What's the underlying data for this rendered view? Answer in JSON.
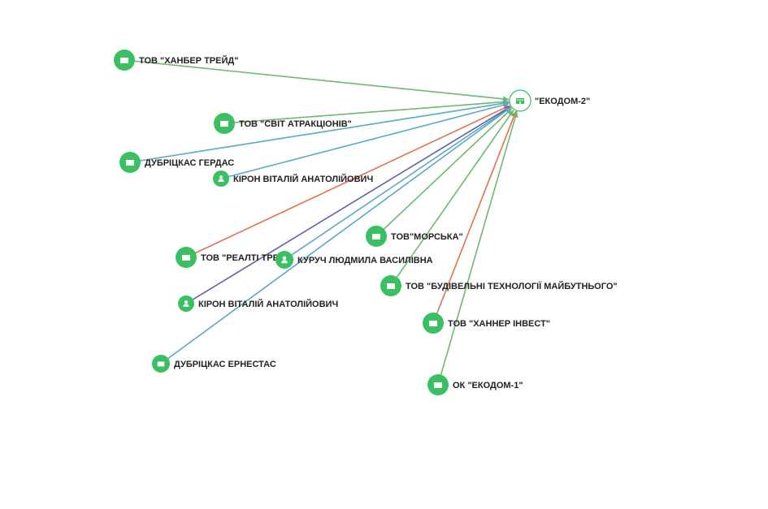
{
  "colors": {
    "node_fill": "#3bbf63",
    "center_stroke": "#3bbf63",
    "center_fill": "#ffffff",
    "icon_on_node": "#ffffff",
    "icon_on_center": "#3bbf63",
    "label": "#222222",
    "edge_green": "#6cb96f",
    "edge_blue": "#5aa8c6",
    "edge_orange": "#e0714f",
    "edge_purple": "#5b63a8"
  },
  "center": {
    "id": "ekodom2",
    "label": "\"ЕКОДОМ-2\"",
    "type": "company",
    "icon": "building-icon"
  },
  "nodes": [
    {
      "id": "hanber",
      "label": "ТОВ \"ХАНБЕР ТРЕЙД\"",
      "type": "company",
      "icon": "building-icon",
      "edge_color": "edge_green"
    },
    {
      "id": "svit",
      "label": "ТОВ \"СВІТ АТРАКЦІОНІВ\"",
      "type": "company",
      "icon": "building-icon",
      "edge_color": "edge_green"
    },
    {
      "id": "gerdas",
      "label": "ДУБРІЦКАС ГЕРДАС",
      "type": "company",
      "icon": "building-icon",
      "edge_color": "edge_blue"
    },
    {
      "id": "kiron1",
      "label": "КІРОН ВІТАЛІЙ АНАТОЛІЙОВИЧ",
      "type": "person",
      "icon": "person-icon",
      "edge_color": "edge_blue"
    },
    {
      "id": "morska",
      "label": "ТОВ\"МОРСЬКА\"",
      "type": "company",
      "icon": "building-icon",
      "edge_color": "edge_green"
    },
    {
      "id": "realti",
      "label": "ТОВ \"РЕАЛТІ ТРЕ",
      "type": "company",
      "icon": "building-icon",
      "edge_color": "edge_orange"
    },
    {
      "id": "kuruch",
      "label": "КУРУЧ ЛЮДМИЛА ВАСИЛІВНА",
      "type": "person",
      "icon": "person-icon",
      "edge_color": "edge_blue"
    },
    {
      "id": "budivelni",
      "label": "ТОВ \"БУДІВЕЛЬНІ ТЕХНОЛОГІЇ МАЙБУТНЬОГО\"",
      "type": "company",
      "icon": "building-icon",
      "edge_color": "edge_green"
    },
    {
      "id": "kiron2",
      "label": "КІРОН ВІТАЛІЙ АНАТОЛІЙОВИЧ",
      "type": "person",
      "icon": "person-icon",
      "edge_color": "edge_purple"
    },
    {
      "id": "hanner",
      "label": "ТОВ \"ХАННЕР ІНВЕСТ\"",
      "type": "company",
      "icon": "building-icon",
      "edge_color": "edge_orange"
    },
    {
      "id": "ernestas",
      "label": "ДУБРІЦКАС ЕРНЕСТАС",
      "type": "company",
      "icon": "building-icon",
      "edge_color": "edge_blue"
    },
    {
      "id": "ekodom1",
      "label": "ОК \"ЕКОДОМ-1\"",
      "type": "company",
      "icon": "building-icon",
      "edge_color": "edge_green"
    }
  ]
}
